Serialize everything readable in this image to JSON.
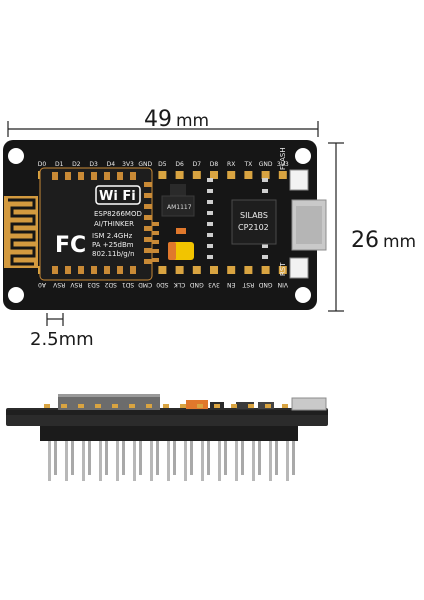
{
  "dimensions": {
    "width_label_num": "49",
    "width_label_unit": "mm",
    "height_label_num": "26",
    "height_label_unit": "mm",
    "pitch_label": "2.5mm"
  },
  "board": {
    "top_pins": [
      "D0",
      "D1",
      "D2",
      "D3",
      "D4",
      "3V3",
      "GND",
      "D5",
      "D6",
      "D7",
      "D8",
      "RX",
      "TX",
      "GND",
      "3V3"
    ],
    "bottom_pins": [
      "A0",
      "RSV",
      "RSV",
      "SD3",
      "SD2",
      "SD1",
      "CMD",
      "SD0",
      "CLK",
      "GND",
      "3V3",
      "EN",
      "RST",
      "GND",
      "VIN"
    ],
    "wifi_logo": "Wi Fi",
    "module_lines": [
      "ESP8266MOD",
      "AI/THINKER",
      "ISM 2.4GHz",
      "PA +25dBm",
      "802.11b/g/n"
    ],
    "fcc_logo": "FC",
    "regulator": "AM1117",
    "usb_chip_lines": [
      "SILABS",
      "CP2102"
    ],
    "flash_button": "FLASH",
    "rst_button": "RST"
  },
  "colors": {
    "pcb": "#161616",
    "pin_gold": "#d9a441",
    "module_gold": "#c98a36",
    "cap_yellow": "#f2c400",
    "cap_orange": "#e0782c",
    "usb_silver": "#c9c9c9"
  }
}
